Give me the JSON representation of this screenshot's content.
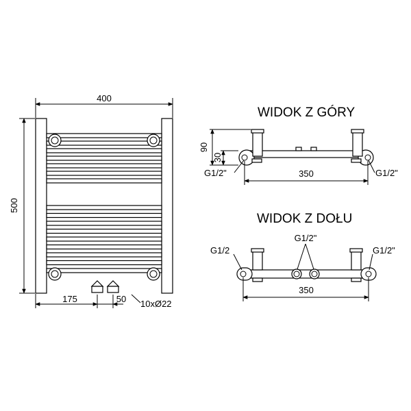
{
  "front_view": {
    "width_label": "400",
    "height_label": "500",
    "offset_label": "175",
    "spacing_label": "50",
    "tube_label": "10xØ22"
  },
  "top_view": {
    "title": "WIDOK Z GÓRY",
    "depth_label": "90",
    "offset_label": "30",
    "connector_left": "G1/2\"",
    "connector_right": "G1/2\"",
    "spacing_label": "350"
  },
  "bottom_view": {
    "title": "WIDOK Z DOŁU",
    "connector_left": "G1/2",
    "connector_center": "G1/2\"",
    "connector_right": "G1/2\"",
    "spacing_label": "350"
  }
}
